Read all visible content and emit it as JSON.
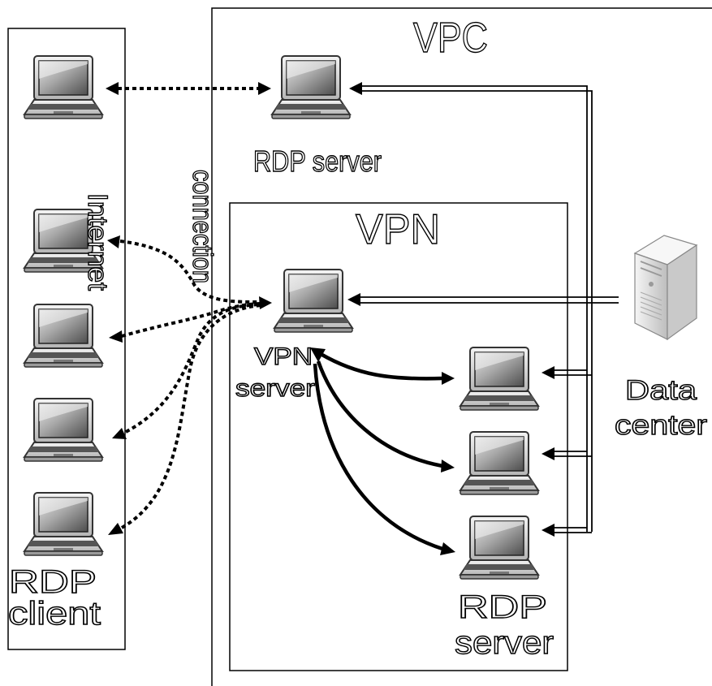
{
  "labels": {
    "vpc": "VPC",
    "vpn": "VPN",
    "rdp_server_top": "RDP server",
    "internet_line1": "Internet",
    "internet_line2": "connection",
    "vpn_server_line1": "VPN",
    "vpn_server_line2": "server",
    "data_center_line1": "Data",
    "data_center_line2": "center",
    "rdp_client_line1": "RDP",
    "rdp_client_line2": "client",
    "rdp_server_line1": "RDP",
    "rdp_server_line2": "server"
  },
  "icons": {
    "laptop": "laptop-icon",
    "server_tower": "server-tower-icon"
  },
  "colors": {
    "line": "#000000",
    "background": "#ffffff",
    "screen_light": "#d9d9d9",
    "screen_dark": "#5a5a5a"
  }
}
